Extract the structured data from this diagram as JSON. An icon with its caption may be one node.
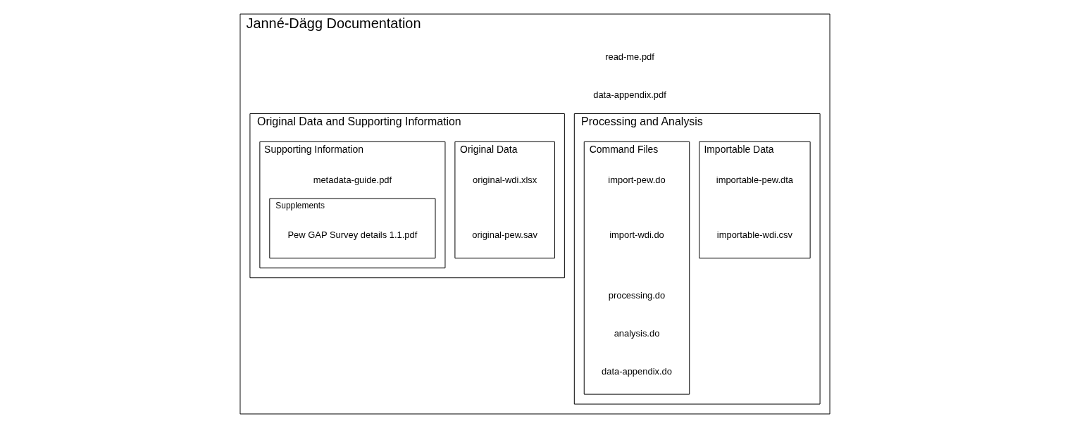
{
  "diagram": {
    "nodes": [
      {
        "text": [
          "Janné-Dägg Documentation"
        ]
      },
      {
        "text": [
          "read-me.pdf"
        ],
        "in": 0
      },
      {
        "text": [
          "data-appendix.pdf"
        ],
        "in": 0
      },
      {
        "text": [
          "Original Data and Supporting Information"
        ],
        "in": 0
      },
      {
        "text": [
          "Original Data"
        ],
        "in": 3
      },
      {
        "text": [
          "original-wdi.xlsx"
        ],
        "in": 4
      },
      {
        "text": [
          "original-pew.sav"
        ],
        "in": 4
      },
      {
        "text": [
          "Supporting Information"
        ],
        "in": 3
      },
      {
        "text": [
          "metadata-guide.pdf"
        ],
        "in": 7
      },
      {
        "text": [
          "Supplements"
        ],
        "in": 7
      },
      {
        "text": [
          "Pew GAP Survey details 1.1.pdf"
        ],
        "in": 9
      },
      {
        "text": [
          "Processing and Analysis"
        ],
        "in": 0
      },
      {
        "text": [
          "Importable Data"
        ],
        "in": 11
      },
      {
        "text": [
          "importable-pew.dta"
        ],
        "in": 12
      },
      {
        "text": [
          "importable-wdi.csv"
        ],
        "in": 12
      },
      {
        "text": [
          "Command Files"
        ],
        "in": 11
      },
      {
        "text": [
          "import-pew.do"
        ],
        "in": 15
      },
      {
        "text": [
          "import-wdi.do"
        ],
        "in": 15
      },
      {
        "text": [
          "processing.do"
        ],
        "in": 15
      },
      {
        "text": [
          "analysis.do"
        ],
        "in": 15
      },
      {
        "text": [
          "data-appendix.do"
        ],
        "in": 15
      }
    ],
    "edges": []
  }
}
